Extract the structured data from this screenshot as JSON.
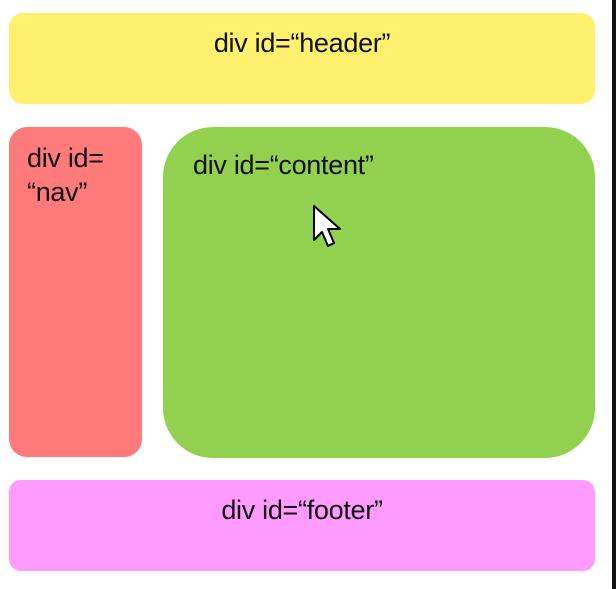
{
  "diagram": {
    "header": {
      "label": "div id=“header”",
      "color": "#fff06e"
    },
    "nav": {
      "label": "div id=\n“nav”",
      "color": "#ff7a7a"
    },
    "content": {
      "label": "div id=“content”",
      "color": "#92d150"
    },
    "footer": {
      "label": "div id=“footer”",
      "color": "#ff9bff"
    }
  },
  "cursor": {
    "icon": "mouse-pointer-icon"
  }
}
